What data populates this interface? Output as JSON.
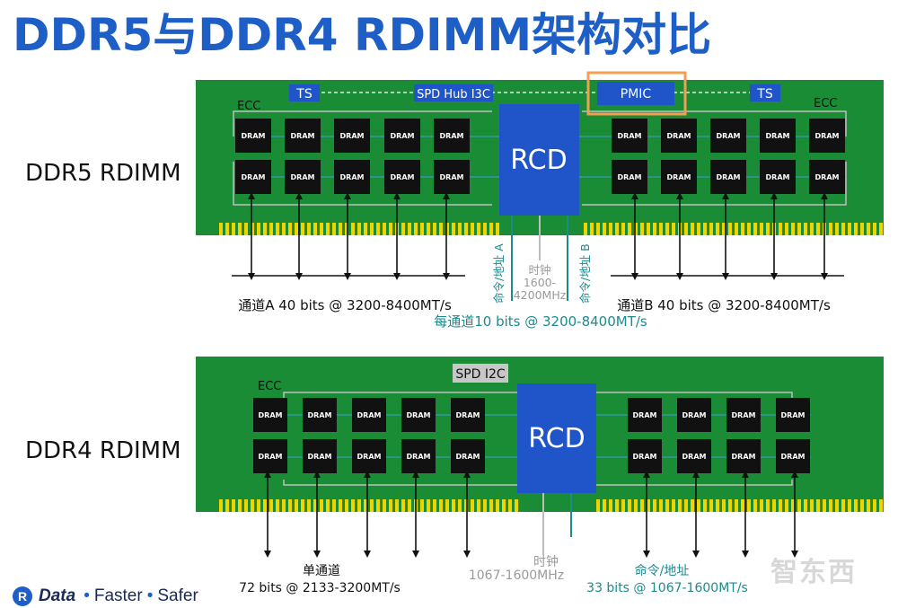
{
  "title": "DDR5与DDR4 RDIMM架构对比",
  "colors": {
    "board": "#1a8c35",
    "chip": "#111111",
    "rcd": "#1f55c8",
    "pin": "#f0d400",
    "teal": "#1d8a8e",
    "highlight": "#f0a050"
  },
  "ddr5": {
    "label": "DDR5 RDIMM",
    "ts_left": "TS",
    "ts_right": "TS",
    "spd": "SPD Hub I3C",
    "pmic": "PMIC",
    "ecc_left": "ECC",
    "ecc_right": "ECC",
    "rcd": "RCD",
    "dram": "DRAM",
    "cmd_a": "命令/地址 A",
    "cmd_b": "命令/地址 B",
    "clock": "时钟",
    "clock_freq_1": "1600-",
    "clock_freq_2": "4200MHz",
    "channel_a": "通道A 40 bits @ 3200-8400MT/s",
    "channel_b": "通道B 40 bits @ 3200-8400MT/s",
    "per_channel": "每通道10 bits @ 3200-8400MT/s"
  },
  "ddr4": {
    "label": "DDR4 RDIMM",
    "spd": "SPD I2C",
    "ecc": "ECC",
    "rcd": "RCD",
    "dram": "DRAM",
    "single_channel": "单通道",
    "bits": "72 bits @ 2133-3200MT/s",
    "clock": "时钟",
    "clock_freq": "1067-1600MHz",
    "cmd": "命令/地址",
    "cmd_bits": "33 bits @ 1067-1600MT/s"
  },
  "footer": {
    "logo": "R",
    "brand": "Data",
    "sep": "•",
    "w1": "Faster",
    "w2": "Safer"
  },
  "watermark": "智东西"
}
